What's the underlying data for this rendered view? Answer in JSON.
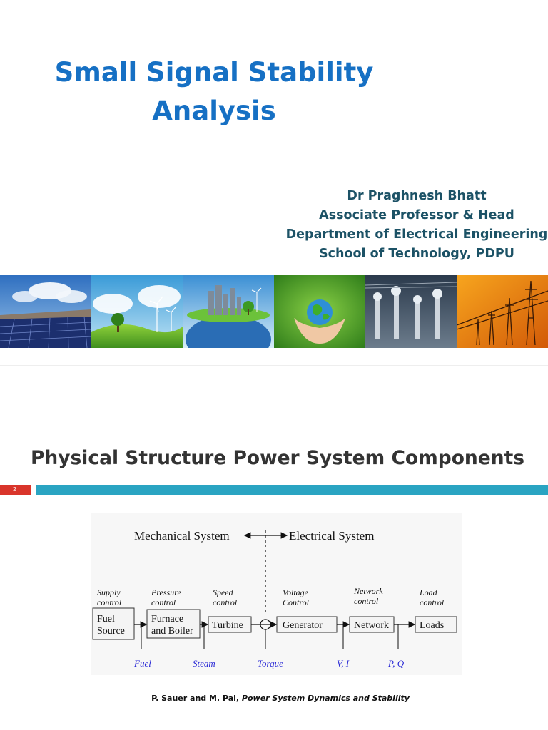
{
  "slide1": {
    "title_line1": "Small Signal Stability",
    "title_line2": "Analysis",
    "author": {
      "name": "Dr Praghnesh Bhatt",
      "position": "Associate Professor & Head",
      "department": "Department of Electrical Engineering",
      "school": "School of Technology, PDPU"
    },
    "banner_images": [
      {
        "name": "solar-panels-image",
        "subject": "solar panels under blue sky"
      },
      {
        "name": "wind-turbine-hills-image",
        "subject": "wind turbines on green hills"
      },
      {
        "name": "green-city-globe-image",
        "subject": "city on a green globe"
      },
      {
        "name": "hands-earth-image",
        "subject": "hands holding the earth"
      },
      {
        "name": "substation-image",
        "subject": "electrical substation"
      },
      {
        "name": "transmission-towers-image",
        "subject": "transmission towers at sunset"
      }
    ]
  },
  "slide2": {
    "title": "Physical Structure Power System Components",
    "page_number": "2",
    "diagram": {
      "mechanical_label": "Mechanical System",
      "electrical_label": "Electrical System",
      "controls": [
        {
          "line1": "Supply",
          "line2": "control"
        },
        {
          "line1": "Pressure",
          "line2": "control"
        },
        {
          "line1": "Speed",
          "line2": "control"
        },
        {
          "line1": "Voltage",
          "line2": "Control"
        },
        {
          "line1": "Network",
          "line2": "control"
        },
        {
          "line1": "Load",
          "line2": "control"
        }
      ],
      "blocks": [
        {
          "line1": "Fuel",
          "line2": "Source"
        },
        {
          "line1": "Furnace",
          "line2": "and Boiler"
        },
        {
          "line1": "Turbine"
        },
        {
          "line1": "Generator"
        },
        {
          "line1": "Network"
        },
        {
          "line1": "Loads"
        }
      ],
      "signals": [
        "Fuel",
        "Steam",
        "Torque",
        "V, I",
        "P, Q"
      ],
      "signal_color": "#2b2bd6"
    },
    "citation": {
      "authors": "P. Sauer and M. Pai, ",
      "book": "Power System Dynamics and Stability"
    }
  },
  "colors": {
    "title_blue": "#1670c4",
    "author_teal": "#1c5266",
    "page_red": "#d9352b",
    "bar_teal": "#2aa4c2"
  }
}
